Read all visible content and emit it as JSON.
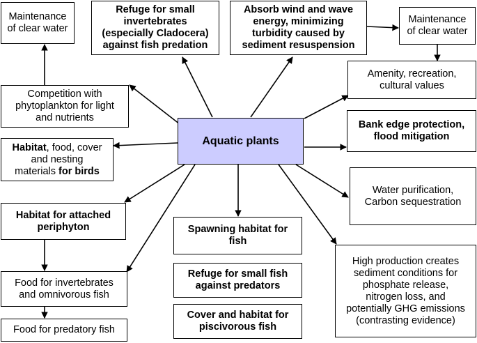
{
  "center": {
    "label": "Aquatic plants"
  },
  "nodes": {
    "clear_water_left": [
      "Maintenance",
      "of clear water"
    ],
    "refuge_inverts": [
      "Refuge for small",
      "invertebrates",
      "(especially Cladocera)",
      "against fish predation"
    ],
    "absorb_wind": [
      "Absorb wind and wave",
      "energy, minimizing",
      "turbidity caused by",
      "sediment resuspension"
    ],
    "clear_water_right": [
      "Maintenance",
      "of clear water"
    ],
    "competition": [
      "Competition with",
      "phytoplankton for light",
      "and nutrients"
    ],
    "amenity": [
      "Amenity, recreation,",
      "cultural values"
    ],
    "bank_edge": [
      "Bank edge protection,",
      "flood mitigation"
    ],
    "birds": {
      "bold1": "Habitat",
      "text1": ", food, cover",
      "text2": "and nesting",
      "text3": "materials ",
      "bold2": "for birds"
    },
    "water_purification": [
      "Water purification,",
      "Carbon sequestration"
    ],
    "periphyton": [
      "Habitat for attached",
      "periphyton"
    ],
    "spawning": [
      "Spawning habitat for",
      "fish"
    ],
    "refuge_fish": [
      "Refuge for small fish",
      "against predators"
    ],
    "cover_fish": [
      "Cover and habitat for",
      "piscivorous fish"
    ],
    "high_production": [
      "High production creates",
      "sediment conditions for",
      "phosphate release,",
      "nitrogen loss, and",
      "potentially GHG emissions",
      "(contrasting evidence)"
    ],
    "food_inverts": [
      "Food for invertebrates",
      "and omnivorous fish"
    ],
    "food_predatory": [
      "Food for predatory fish"
    ]
  }
}
